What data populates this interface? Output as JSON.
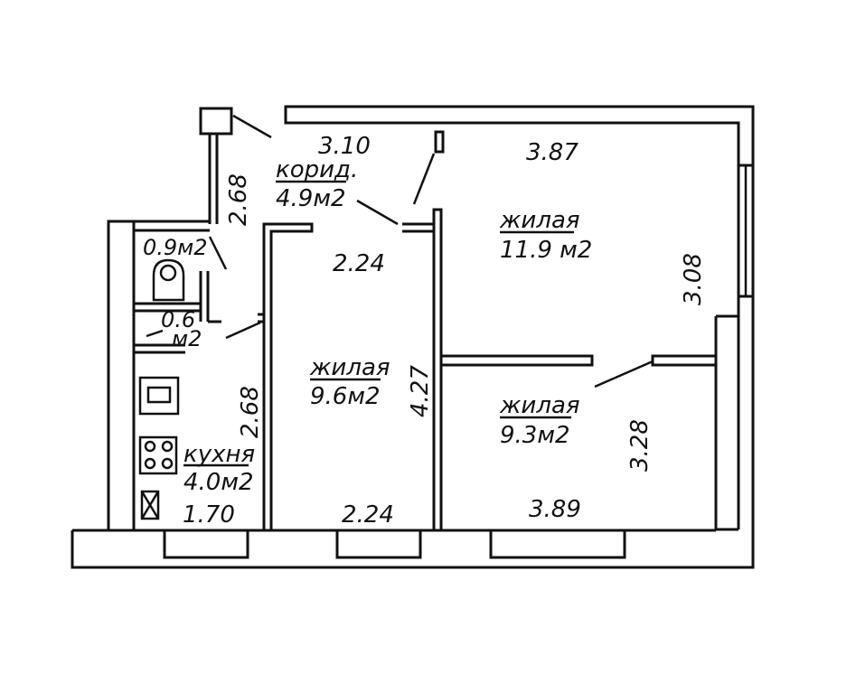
{
  "rooms": {
    "corridor": {
      "name": "корид.",
      "area": "4.9м2"
    },
    "bathroom": {
      "area": "0.9м2"
    },
    "toilet": {
      "area_value": "0.6",
      "area_unit": "м2"
    },
    "kitchen": {
      "name": "кухня",
      "area": "4.0м2"
    },
    "living_middle": {
      "name": "жилая",
      "area": "9.6м2"
    },
    "living_top_right": {
      "name": "жилая",
      "area": "11.9 м2"
    },
    "living_bottom_right": {
      "name": "жилая",
      "area": "9.3м2"
    }
  },
  "dimensions": {
    "corridor_width": "3.10",
    "corridor_height": "2.68",
    "middle_top": "2.24",
    "middle_bottom": "2.24",
    "middle_height": "4.27",
    "kitchen_height": "2.68",
    "kitchen_width": "1.70",
    "top_right_width": "3.87",
    "top_right_height": "3.08",
    "bottom_right_width": "3.89",
    "bottom_right_height": "3.28"
  },
  "colors": {
    "ink": "#111111",
    "paper": "#ffffff"
  }
}
